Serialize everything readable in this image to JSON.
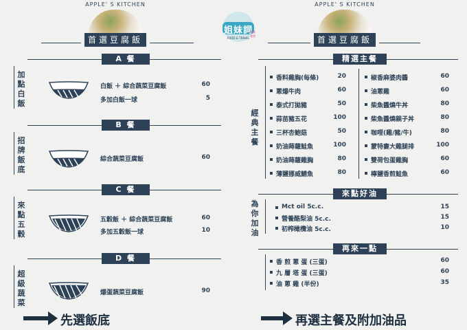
{
  "brand": {
    "arc_text": "APPLE' S KITCHEN",
    "banner": "首選豆腐飯"
  },
  "logo": {
    "name": "姐妹詞",
    "sub": "FOOD & TRAVEL",
    "side": "美食旅遊"
  },
  "left": {
    "sections": [
      {
        "bar": "A 餐",
        "side": "加點白飯",
        "items": [
          {
            "name": "白飯 ＋ 綜合蔬菜豆腐飯",
            "price": "60"
          },
          {
            "name": "多加白飯一球",
            "price": "5"
          }
        ]
      },
      {
        "bar": "B 餐",
        "side": "招牌飯底",
        "items": [
          {
            "name": "綜合蔬菜豆腐飯",
            "price": "60"
          }
        ]
      },
      {
        "bar": "C 餐",
        "side": "來點五穀",
        "items": [
          {
            "name": "五穀飯 ＋ 綜合蔬菜豆腐飯",
            "price": "60"
          },
          {
            "name": "多加五穀飯一球",
            "price": "10"
          }
        ]
      },
      {
        "bar": "D 餐",
        "side": "超級蔬菜",
        "items": [
          {
            "name": "爆蛋蔬菜豆腐飯",
            "price": "90"
          }
        ]
      }
    ],
    "footer": "先選飯底"
  },
  "right": {
    "main": {
      "bar": "精選主餐",
      "side": "經典主餐",
      "col1": [
        {
          "name": "香料雞胸(每條)",
          "price": "20"
        },
        {
          "name": "蔥爆牛肉",
          "price": "60"
        },
        {
          "name": "泰式打拋豬",
          "price": "50"
        },
        {
          "name": "蒜苗豬五花",
          "price": "100"
        },
        {
          "name": "三杯杏鮑菇",
          "price": "50"
        },
        {
          "name": "奶油蒔蘿鮭魚",
          "price": "100"
        },
        {
          "name": "奶油蒔蘿雞胸",
          "price": "80"
        },
        {
          "name": "薄鹽挪威鯖魚",
          "price": "80"
        }
      ],
      "col2": [
        {
          "name": "椒香麻婆肉醬",
          "price": "60"
        },
        {
          "name": "油蔥雞",
          "price": "60"
        },
        {
          "name": "柴魚醬燒牛丼",
          "price": "80"
        },
        {
          "name": "柴魚醬燒親子丼",
          "price": "80"
        },
        {
          "name": "咖哩(雞/豬/牛)",
          "price": "80"
        },
        {
          "name": "蒙特婁大雞腿排",
          "price": "100"
        },
        {
          "name": "雙荷包蛋雞胸",
          "price": "60"
        },
        {
          "name": "檸鹽香煎鮭魚",
          "price": "60"
        }
      ]
    },
    "oil": {
      "bar": "來點好油",
      "side": "為你加油",
      "items": [
        {
          "name": "Mct oil 5c.c.",
          "price": "15"
        },
        {
          "name": "營養酪梨油   5c.c.",
          "price": "15"
        },
        {
          "name": "初榨橄欖油 5c.c.",
          "price": "10"
        }
      ]
    },
    "extra": {
      "bar": "再來一點",
      "items": [
        {
          "name": "香 煎 蔥 蛋 (三蛋)",
          "price": "60"
        },
        {
          "name": "九 層 塔 蛋 (三蛋)",
          "price": "60"
        },
        {
          "name": "油 蔥 雞  (半份)",
          "price": "35"
        }
      ]
    },
    "footer": "再選主餐及附加油品"
  },
  "colors": {
    "navy": "#2d4257",
    "background": "#f1f2f0"
  }
}
